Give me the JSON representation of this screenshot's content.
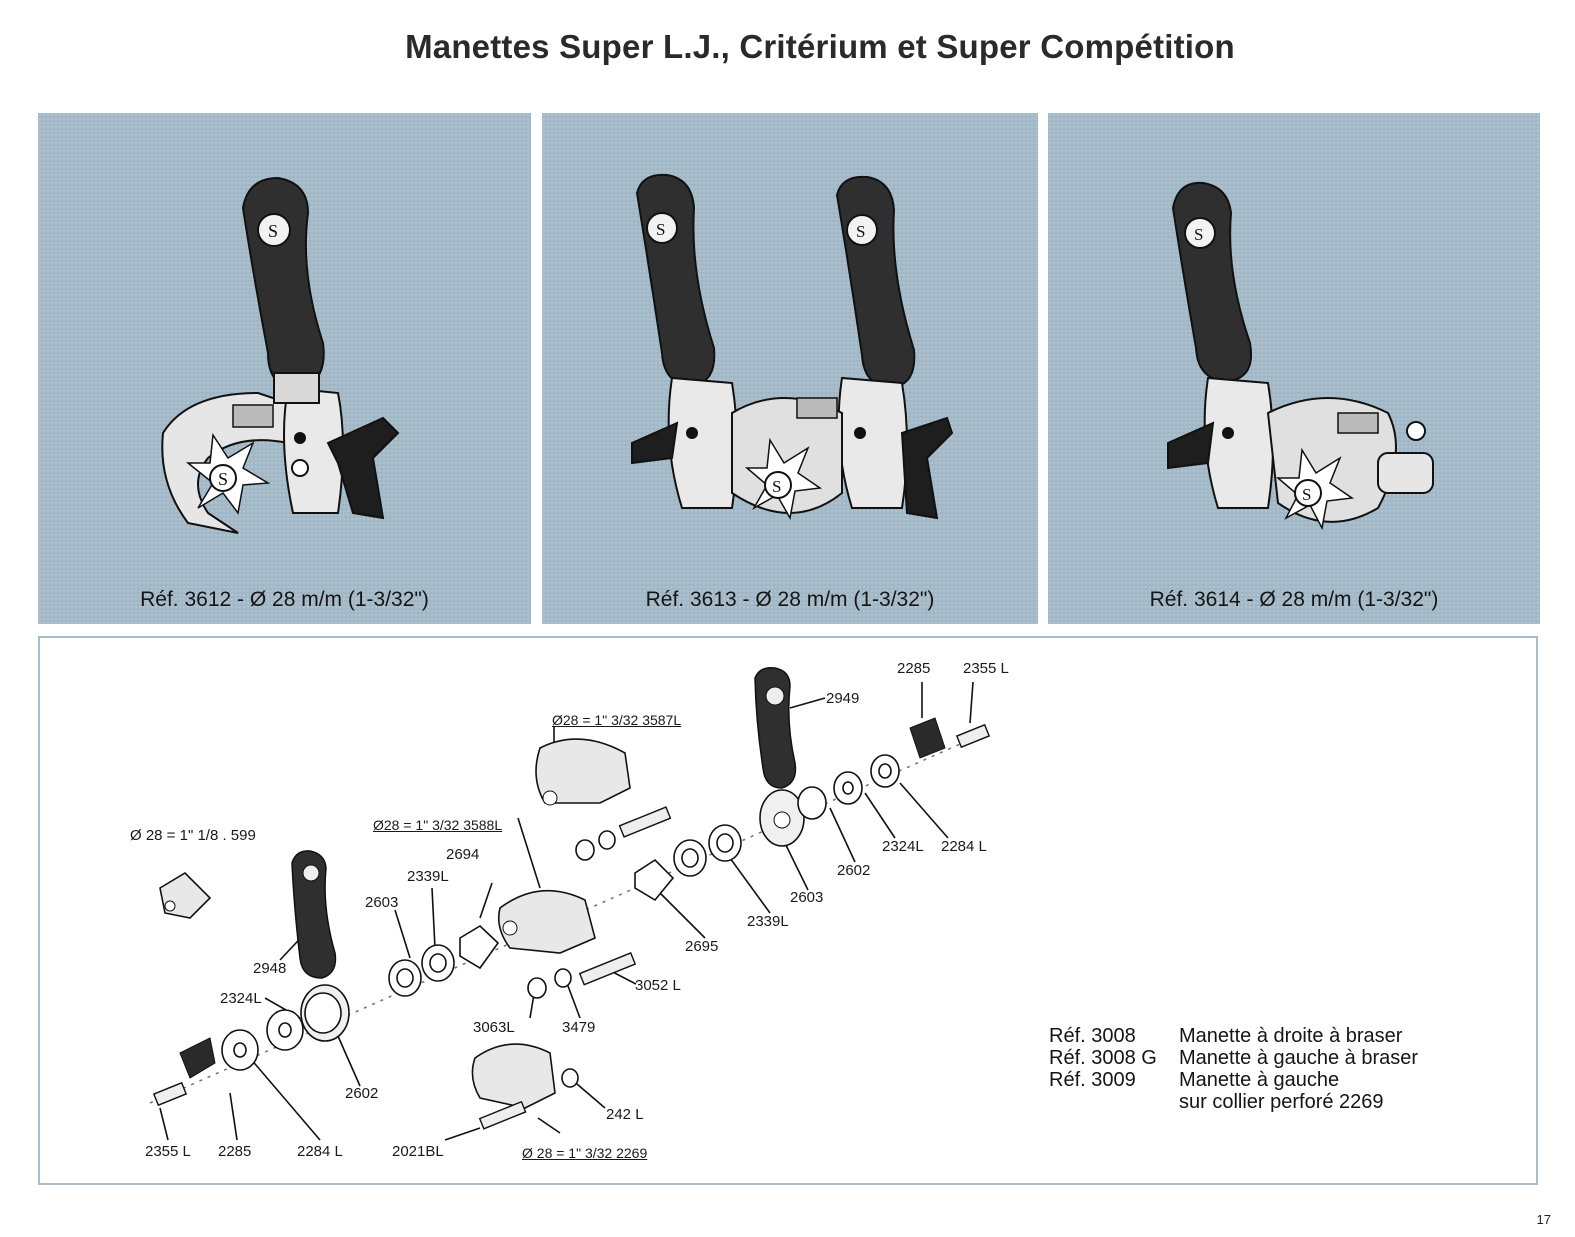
{
  "title": "Manettes Super L.J., Critérium et Super Compétition",
  "colors": {
    "panel_bg": "#a3b8c7",
    "border": "#a9bccb",
    "ink": "#151515"
  },
  "products": [
    {
      "caption": "Réf. 3612 - Ø 28 m/m (1-3/32\")"
    },
    {
      "caption": "Réf. 3613 - Ø 28 m/m (1-3/32\")"
    },
    {
      "caption": "Réf. 3614 - Ø 28 m/m (1-3/32\")"
    }
  ],
  "parts": {
    "p2285_top": "2285",
    "p2355_top": "2355 L",
    "p2949": "2949",
    "p3587": "Ø28 = 1\" 3/32 3587L",
    "p3588": "Ø28 = 1\" 3/32 3588L",
    "p599": "Ø 28 = 1\" 1/8 . 599",
    "p2694": "2694",
    "p2339_left": "2339L",
    "p2603_left": "2603",
    "p2948": "2948",
    "p2324_left": "2324L",
    "p2602_bottom": "2602",
    "p2355_bottom": "2355 L",
    "p2285_bottom": "2285",
    "p2284_bottom": "2284 L",
    "p2021": "2021BL",
    "p2269": "Ø 28 = 1\" 3/32 2269",
    "p242": "242 L",
    "p3063": "3063L",
    "p3479": "3479",
    "p3052": "3052 L",
    "p2695": "2695",
    "p2339_right": "2339L",
    "p2603_right": "2603",
    "p2602_right": "2602",
    "p2324_right": "2324L",
    "p2284_right": "2284 L"
  },
  "references": [
    {
      "ref": "Réf. 3008",
      "desc": "Manette à droite à braser"
    },
    {
      "ref": "Réf. 3008 G",
      "desc": "Manette à gauche à braser"
    },
    {
      "ref": "Réf. 3009",
      "desc": "Manette à gauche"
    },
    {
      "ref": "",
      "desc": "sur collier perforé 2269"
    }
  ],
  "page_number": "17"
}
